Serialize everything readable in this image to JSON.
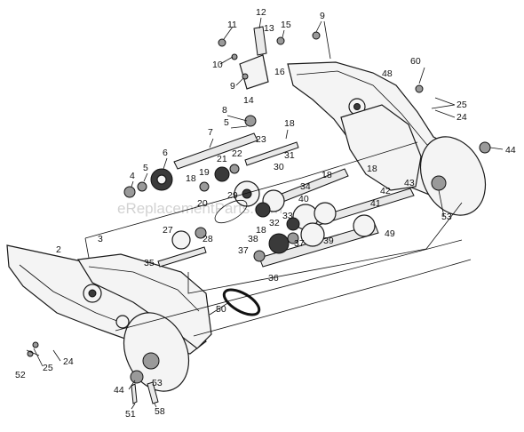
{
  "watermark": "eReplacementParts.com",
  "callouts": {
    "c1": "11",
    "c2": "12",
    "c3": "13",
    "c4": "15",
    "c5": "9",
    "c6": "10",
    "c7": "9",
    "c8": "16",
    "c9": "14",
    "c10": "48",
    "c11": "60",
    "c12": "25",
    "c13": "24",
    "c14": "8",
    "c15": "5",
    "c16": "7",
    "c17": "18",
    "c18": "23",
    "c19": "6",
    "c20": "5",
    "c21": "4",
    "c22": "22",
    "c23": "21",
    "c24": "19",
    "c25": "18",
    "c26": "20",
    "c27": "29",
    "c28": "30",
    "c29": "31",
    "c30": "18",
    "c31": "34",
    "c32": "44",
    "c33": "18",
    "c34": "42",
    "c35": "43",
    "c36": "33",
    "c37": "40",
    "c38": "32",
    "c39": "18",
    "c40": "41",
    "c41": "53",
    "c42": "27",
    "c43": "28",
    "c44": "38",
    "c45": "37",
    "c46": "39",
    "c47": "49",
    "c48": "3",
    "c49": "2",
    "c50": "35",
    "c51": "37",
    "c52": "36",
    "c53": "50",
    "c54": "25",
    "c55": "24",
    "c56": "52",
    "c57": "44",
    "c58": "53",
    "c59": "51",
    "c60": "58"
  }
}
